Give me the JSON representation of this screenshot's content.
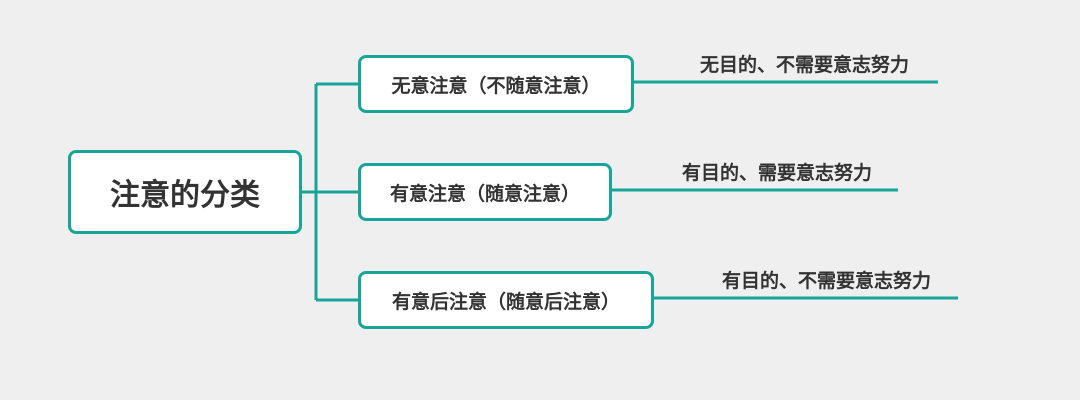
{
  "diagram": {
    "root": {
      "label": "注意的分类"
    },
    "branches": [
      {
        "label": "无意注意（不随意注意）",
        "note": "无目的、不需要意志努力"
      },
      {
        "label": "有意注意（随意注意）",
        "note": "有目的、需要意志努力"
      },
      {
        "label": "有意后注意（随意后注意）",
        "note": "有目的、不需要意志努力"
      }
    ]
  },
  "colors": {
    "accent": "#17a59a",
    "text": "#333333",
    "background": "#efefef",
    "node_fill": "#ffffff"
  }
}
